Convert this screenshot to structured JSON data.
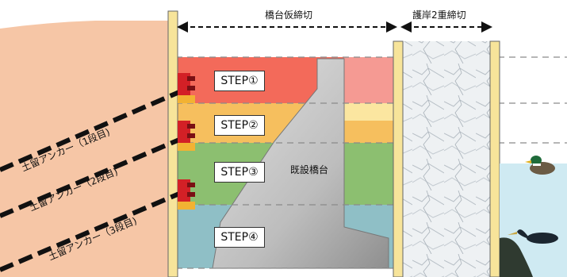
{
  "labels": {
    "cofferdam_top": "橋台仮締切",
    "revetment_top": "護岸2重締切",
    "abutment": "既設橋台"
  },
  "steps": [
    "STEP①",
    "STEP②",
    "STEP③",
    "STEP④"
  ],
  "anchors": [
    "土留アンカー（1段目)",
    "土留アンカー（2段目)",
    "土留アンカー（3段目)"
  ],
  "colors": {
    "soil": "#f6c6a6",
    "step1": "#f36a5a",
    "step2": "#f6bf5e",
    "step3": "#8cbf70",
    "step4": "#8fbfc6",
    "wall": "#f7e49a",
    "abutment": "#c4c4c4",
    "water": "#cfeaf2"
  },
  "icons": [
    "duck-icon",
    "cormorant-icon",
    "anchor-head-icon"
  ]
}
